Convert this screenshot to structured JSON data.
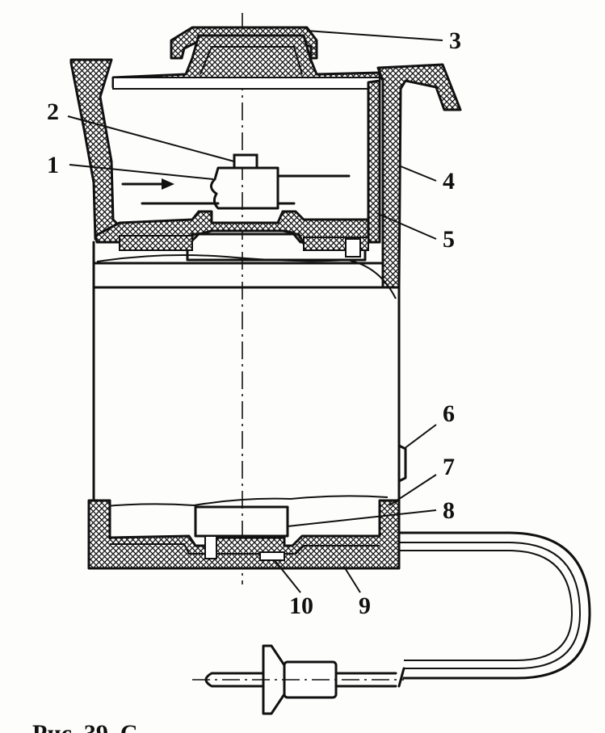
{
  "figure": {
    "caption": "Рис. 39. С"
  },
  "callouts": [
    {
      "id": "1",
      "text": "1"
    },
    {
      "id": "2",
      "text": "2"
    },
    {
      "id": "3",
      "text": "3"
    },
    {
      "id": "4",
      "text": "4"
    },
    {
      "id": "5",
      "text": "5"
    },
    {
      "id": "6",
      "text": "6"
    },
    {
      "id": "7",
      "text": "7"
    },
    {
      "id": "8",
      "text": "8"
    },
    {
      "id": "9",
      "text": "9"
    },
    {
      "id": "10",
      "text": "10"
    }
  ],
  "colors": {
    "ink": "#111111",
    "paper": "#fdfdfb"
  }
}
